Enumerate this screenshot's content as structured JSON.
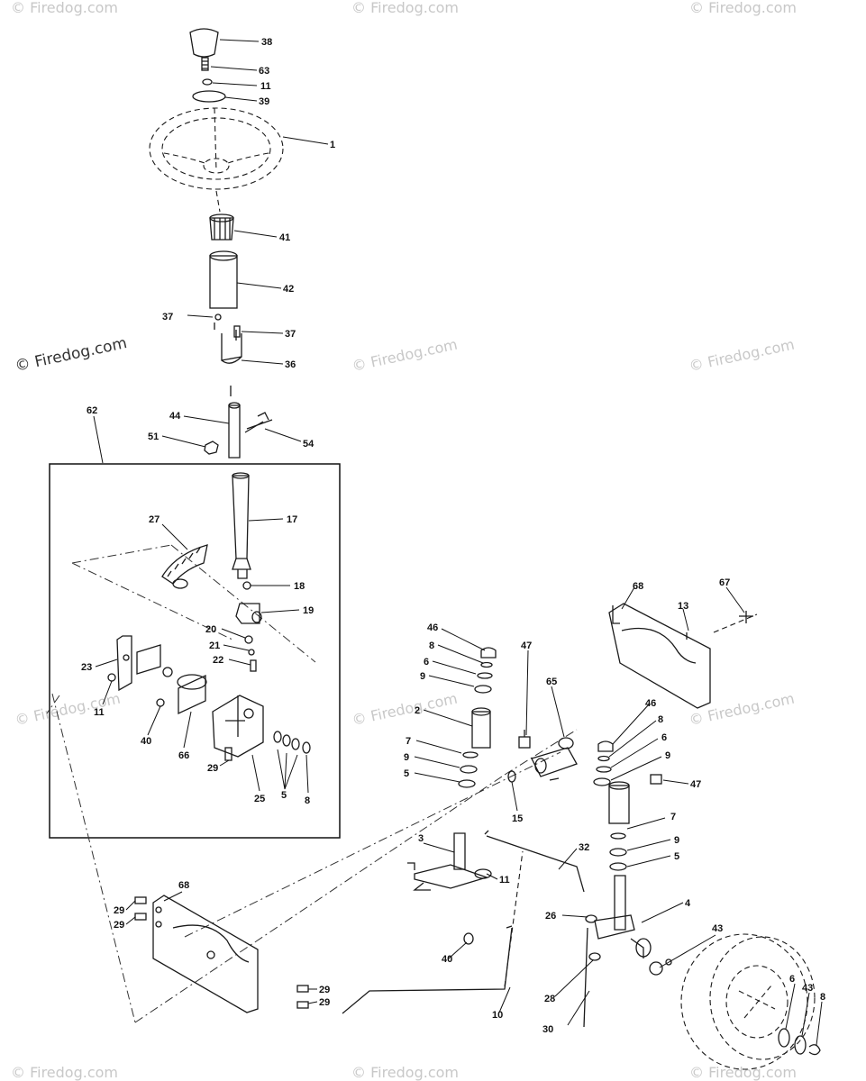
{
  "watermark": {
    "main": "© Firedog.com",
    "faint": "© Firedog.com"
  },
  "callouts": {
    "c38": "38",
    "c63": "63",
    "c11a": "11",
    "c39": "39",
    "c1": "1",
    "c41": "41",
    "c42": "42",
    "c37a": "37",
    "c37b": "37",
    "c36": "36",
    "c44": "44",
    "c51": "51",
    "c54": "54",
    "c62": "62",
    "c17": "17",
    "c27": "27",
    "c18": "18",
    "c19": "19",
    "c20": "20",
    "c21": "21",
    "c22": "22",
    "c23": "23",
    "c11b": "11",
    "c40a": "40",
    "c66": "66",
    "c29a": "29",
    "c25": "25",
    "c5a": "5",
    "c8a": "8",
    "c46a": "46",
    "c8b": "8",
    "c6a": "6",
    "c9a": "9",
    "c47a": "47",
    "c65": "65",
    "c2": "2",
    "c7a": "7",
    "c9b": "9",
    "c5b": "5",
    "c15": "15",
    "c68a": "68",
    "c67": "67",
    "c13": "13",
    "c46b": "46",
    "c8c": "8",
    "c6b": "6",
    "c9c": "9",
    "c47b": "47",
    "c7b": "7",
    "c9d": "9",
    "c5c": "5",
    "c3": "3",
    "c11c": "11",
    "c32": "32",
    "c26": "26",
    "c4": "4",
    "c40b": "40",
    "c28": "28",
    "c30": "30",
    "c10": "10",
    "c68b": "68",
    "c29b": "29",
    "c29c": "29",
    "c29d": "29",
    "c29e": "29",
    "c43a": "43",
    "c6c": "6",
    "c43b": "43",
    "c8d": "8"
  }
}
